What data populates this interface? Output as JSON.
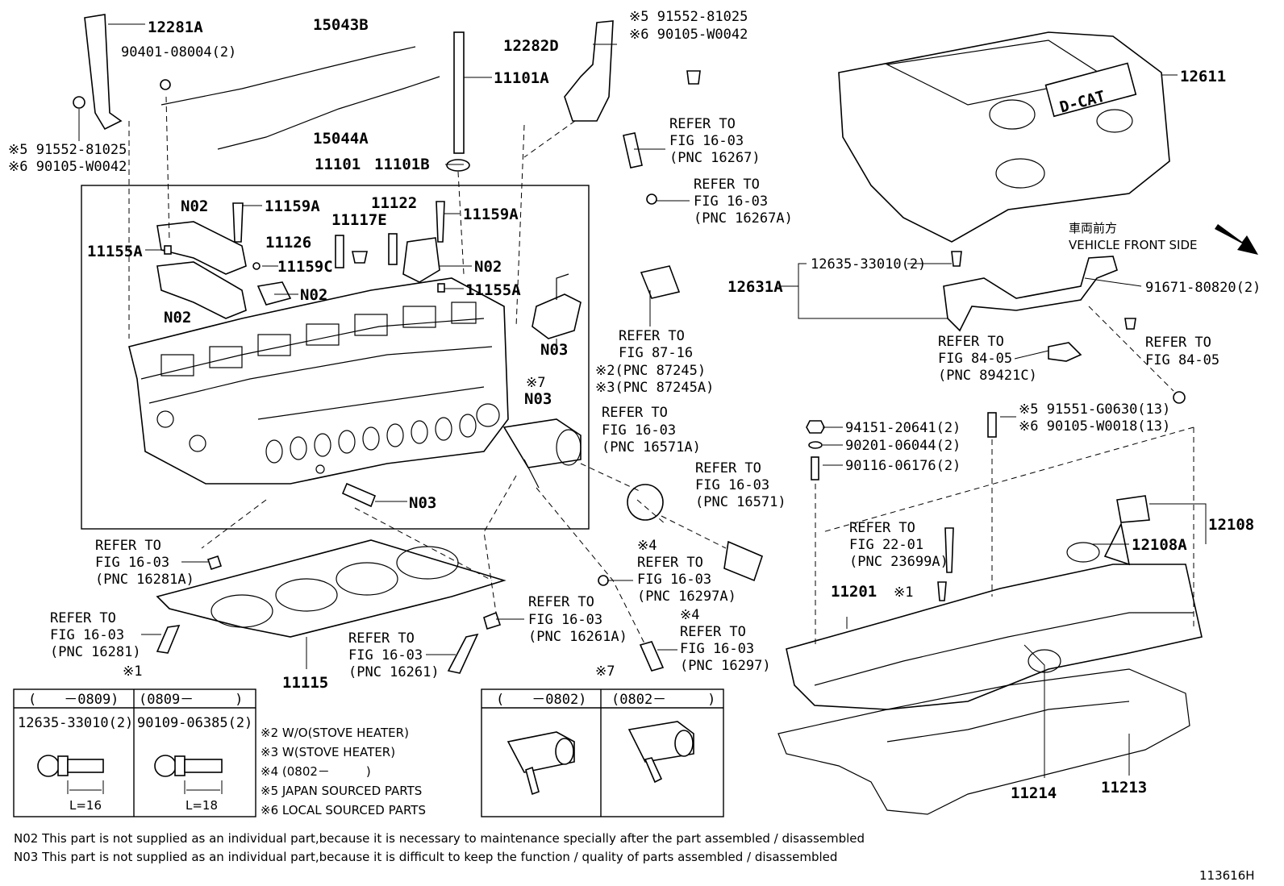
{
  "labels": {
    "p12281A": "12281A",
    "p90401": "90401-08004(2)",
    "p15043B": "15043B",
    "p15044A": "15044A",
    "p11101A": "11101A",
    "p11101B": "11101B",
    "p11101": "11101",
    "pLeft5": "※5 91552-81025",
    "pLeft6": "※6 90105-W0042",
    "p12282D": "12282D",
    "pTop5": "※5 91552-81025",
    "pTop6": "※6 90105-W0042",
    "p12611": "12611",
    "pN02a": "N02",
    "p11159Aa": "11159A",
    "p11122": "11122",
    "p11159Ab": "11159A",
    "p11155Aa": "11155A",
    "p11126": "11126",
    "p11117E": "11117E",
    "p11159C": "11159C",
    "pN02b": "N02",
    "pN02c": "N02",
    "pN02d": "N02",
    "p11155Ab": "11155A",
    "pN03a": "N03",
    "pN03b_mark": "※7",
    "pN03b": "N03",
    "pN03c": "N03",
    "p11115": "11115",
    "p12635": "12635-33010(2)",
    "p12631A": "12631A",
    "p91671": "91671-80820(2)",
    "jpFront": "車両前方",
    "vehicleFront": "VEHICLE FRONT SIDE",
    "p94151": "94151-20641(2)",
    "p90201": "90201-06044(2)",
    "p90116": "90116-06176(2)",
    "p91551": "※5 91551-G0630(13)",
    "p90105W18": "※6 90105-W0018(13)",
    "p12108": "12108",
    "p12108A": "12108A",
    "p11201": "11201",
    "pMark1": "※1",
    "p11214": "11214",
    "p11213": "11213",
    "figCode": "113616H"
  },
  "refers": {
    "r16267": [
      "REFER TO",
      "FIG 16-03",
      "(PNC 16267)"
    ],
    "r16267A": [
      "REFER TO",
      "FIG 16-03",
      "(PNC 16267A)"
    ],
    "r87245": [
      "REFER TO",
      "FIG 87-16",
      "※2(PNC 87245)",
      "※3(PNC 87245A)"
    ],
    "r16571A": [
      "REFER TO",
      "FIG 16-03",
      "(PNC 16571A)"
    ],
    "r16571": [
      "REFER TO",
      "FIG 16-03",
      "(PNC 16571)"
    ],
    "r89421C": [
      "REFER TO",
      "FIG 84-05",
      "(PNC 89421C)"
    ],
    "r8405": [
      "REFER TO",
      "FIG 84-05"
    ],
    "r16281A": [
      "REFER TO",
      "FIG 16-03",
      "(PNC 16281A)"
    ],
    "r16281": [
      "REFER TO",
      "FIG 16-03",
      "(PNC 16281)"
    ],
    "r16261": [
      "REFER TO",
      "FIG 16-03",
      "(PNC 16261)"
    ],
    "r16261A": [
      "REFER TO",
      "FIG 16-03",
      "(PNC 16261A)"
    ],
    "r16297A": [
      "※4",
      "REFER TO",
      "FIG 16-03",
      "(PNC 16297A)"
    ],
    "r16297": [
      "※4",
      "REFER TO",
      "FIG 16-03",
      "(PNC 16297)"
    ],
    "r23699A": [
      "REFER TO",
      "FIG 22-01",
      "(PNC 23699A)"
    ]
  },
  "table1": {
    "mark": "※1",
    "col1_range": "(　　－0809)",
    "col2_range": "(0809－　　　)",
    "col1_part": "12635-33010(2)",
    "col2_part": "90109-06385(2)",
    "col1_len": "L=16",
    "col2_len": "L=18"
  },
  "table7": {
    "mark": "※7",
    "col1_range": "(　　－0802)",
    "col2_range": "(0802－　　　)"
  },
  "legend": [
    "※2 W/O(STOVE HEATER)",
    "※3 W(STOVE HEATER)",
    "※4 (0802－　　　)",
    "※5 JAPAN SOURCED PARTS",
    "※6 LOCAL SOURCED PARTS"
  ],
  "notes": {
    "n02": "N02 This part is not supplied as an individual part,because it is necessary to maintenance specially after the part assembled / disassembled",
    "n03": "N03 This part is not supplied as an individual part,because it is difficult to keep the function / quality of parts assembled / disassembled"
  }
}
